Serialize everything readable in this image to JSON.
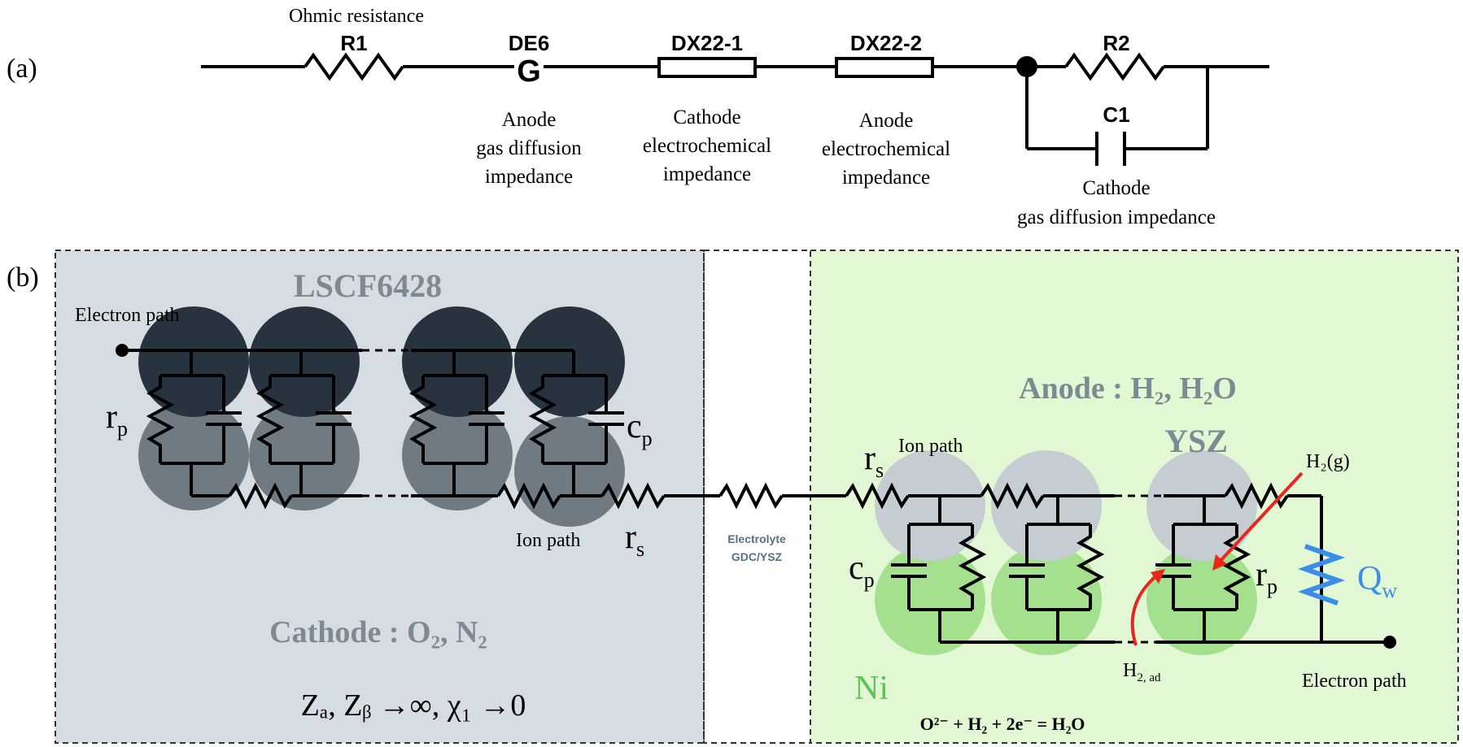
{
  "panel_a": {
    "label": "(a)",
    "r1": {
      "name": "R1",
      "caption": "Ohmic resistance"
    },
    "de6": {
      "name": "DE6",
      "symbol": "G",
      "caption": [
        "Anode",
        "gas diffusion",
        "impedance"
      ]
    },
    "dx22_1": {
      "name": "DX22-1",
      "caption": [
        "Cathode",
        "electrochemical",
        "impedance"
      ]
    },
    "dx22_2": {
      "name": "DX22-2",
      "caption": [
        "Anode",
        "electrochemical",
        "impedance"
      ]
    },
    "r2": {
      "name": "R2"
    },
    "c1": {
      "name": "C1",
      "caption": [
        "Cathode",
        "gas diffusion impedance"
      ]
    }
  },
  "panel_b": {
    "label": "(b)",
    "cathode": {
      "material": "LSCF6428",
      "electron_path": "Electron path",
      "ion_path": "Ion path",
      "title": "Cathode : O₂, N₂",
      "formula": "Zₐ, Zᵦ →∞, χ₁ →0",
      "rp": "r",
      "rp_sub": "p",
      "cp": "c",
      "cp_sub": "p",
      "rs": "r",
      "rs_sub": "s"
    },
    "electrolyte": {
      "line1": "Electrolyte",
      "line2": "GDC/YSZ"
    },
    "anode": {
      "title": "Anode : H₂, H₂O",
      "ysz": "YSZ",
      "ni": "Ni",
      "ion_path": "Ion path",
      "electron_path": "Electron path",
      "h2g": "H₂(g)",
      "h2ad": "H",
      "h2ad_sub": "2, ad",
      "reaction": "O²⁻ + H₂ + 2e⁻ = H₂O",
      "rs": "r",
      "rs_sub": "s",
      "cp": "c",
      "cp_sub": "p",
      "rp": "r",
      "rp_sub": "p",
      "qw": "Q",
      "qw_sub": "w"
    }
  },
  "colors": {
    "cathode_bg": "#d5dde2",
    "anode_bg": "#e2f8d4",
    "dark_particle": "#27333e",
    "grey_particle": "#6f7a82",
    "light_grey_particle": "#c5cdd2",
    "green_particle": "#a4e08e",
    "title_grey": "#7d8a93",
    "ni_green": "#5cc456",
    "qw_blue": "#3a8ee8",
    "arrow_red": "#e8261b"
  }
}
